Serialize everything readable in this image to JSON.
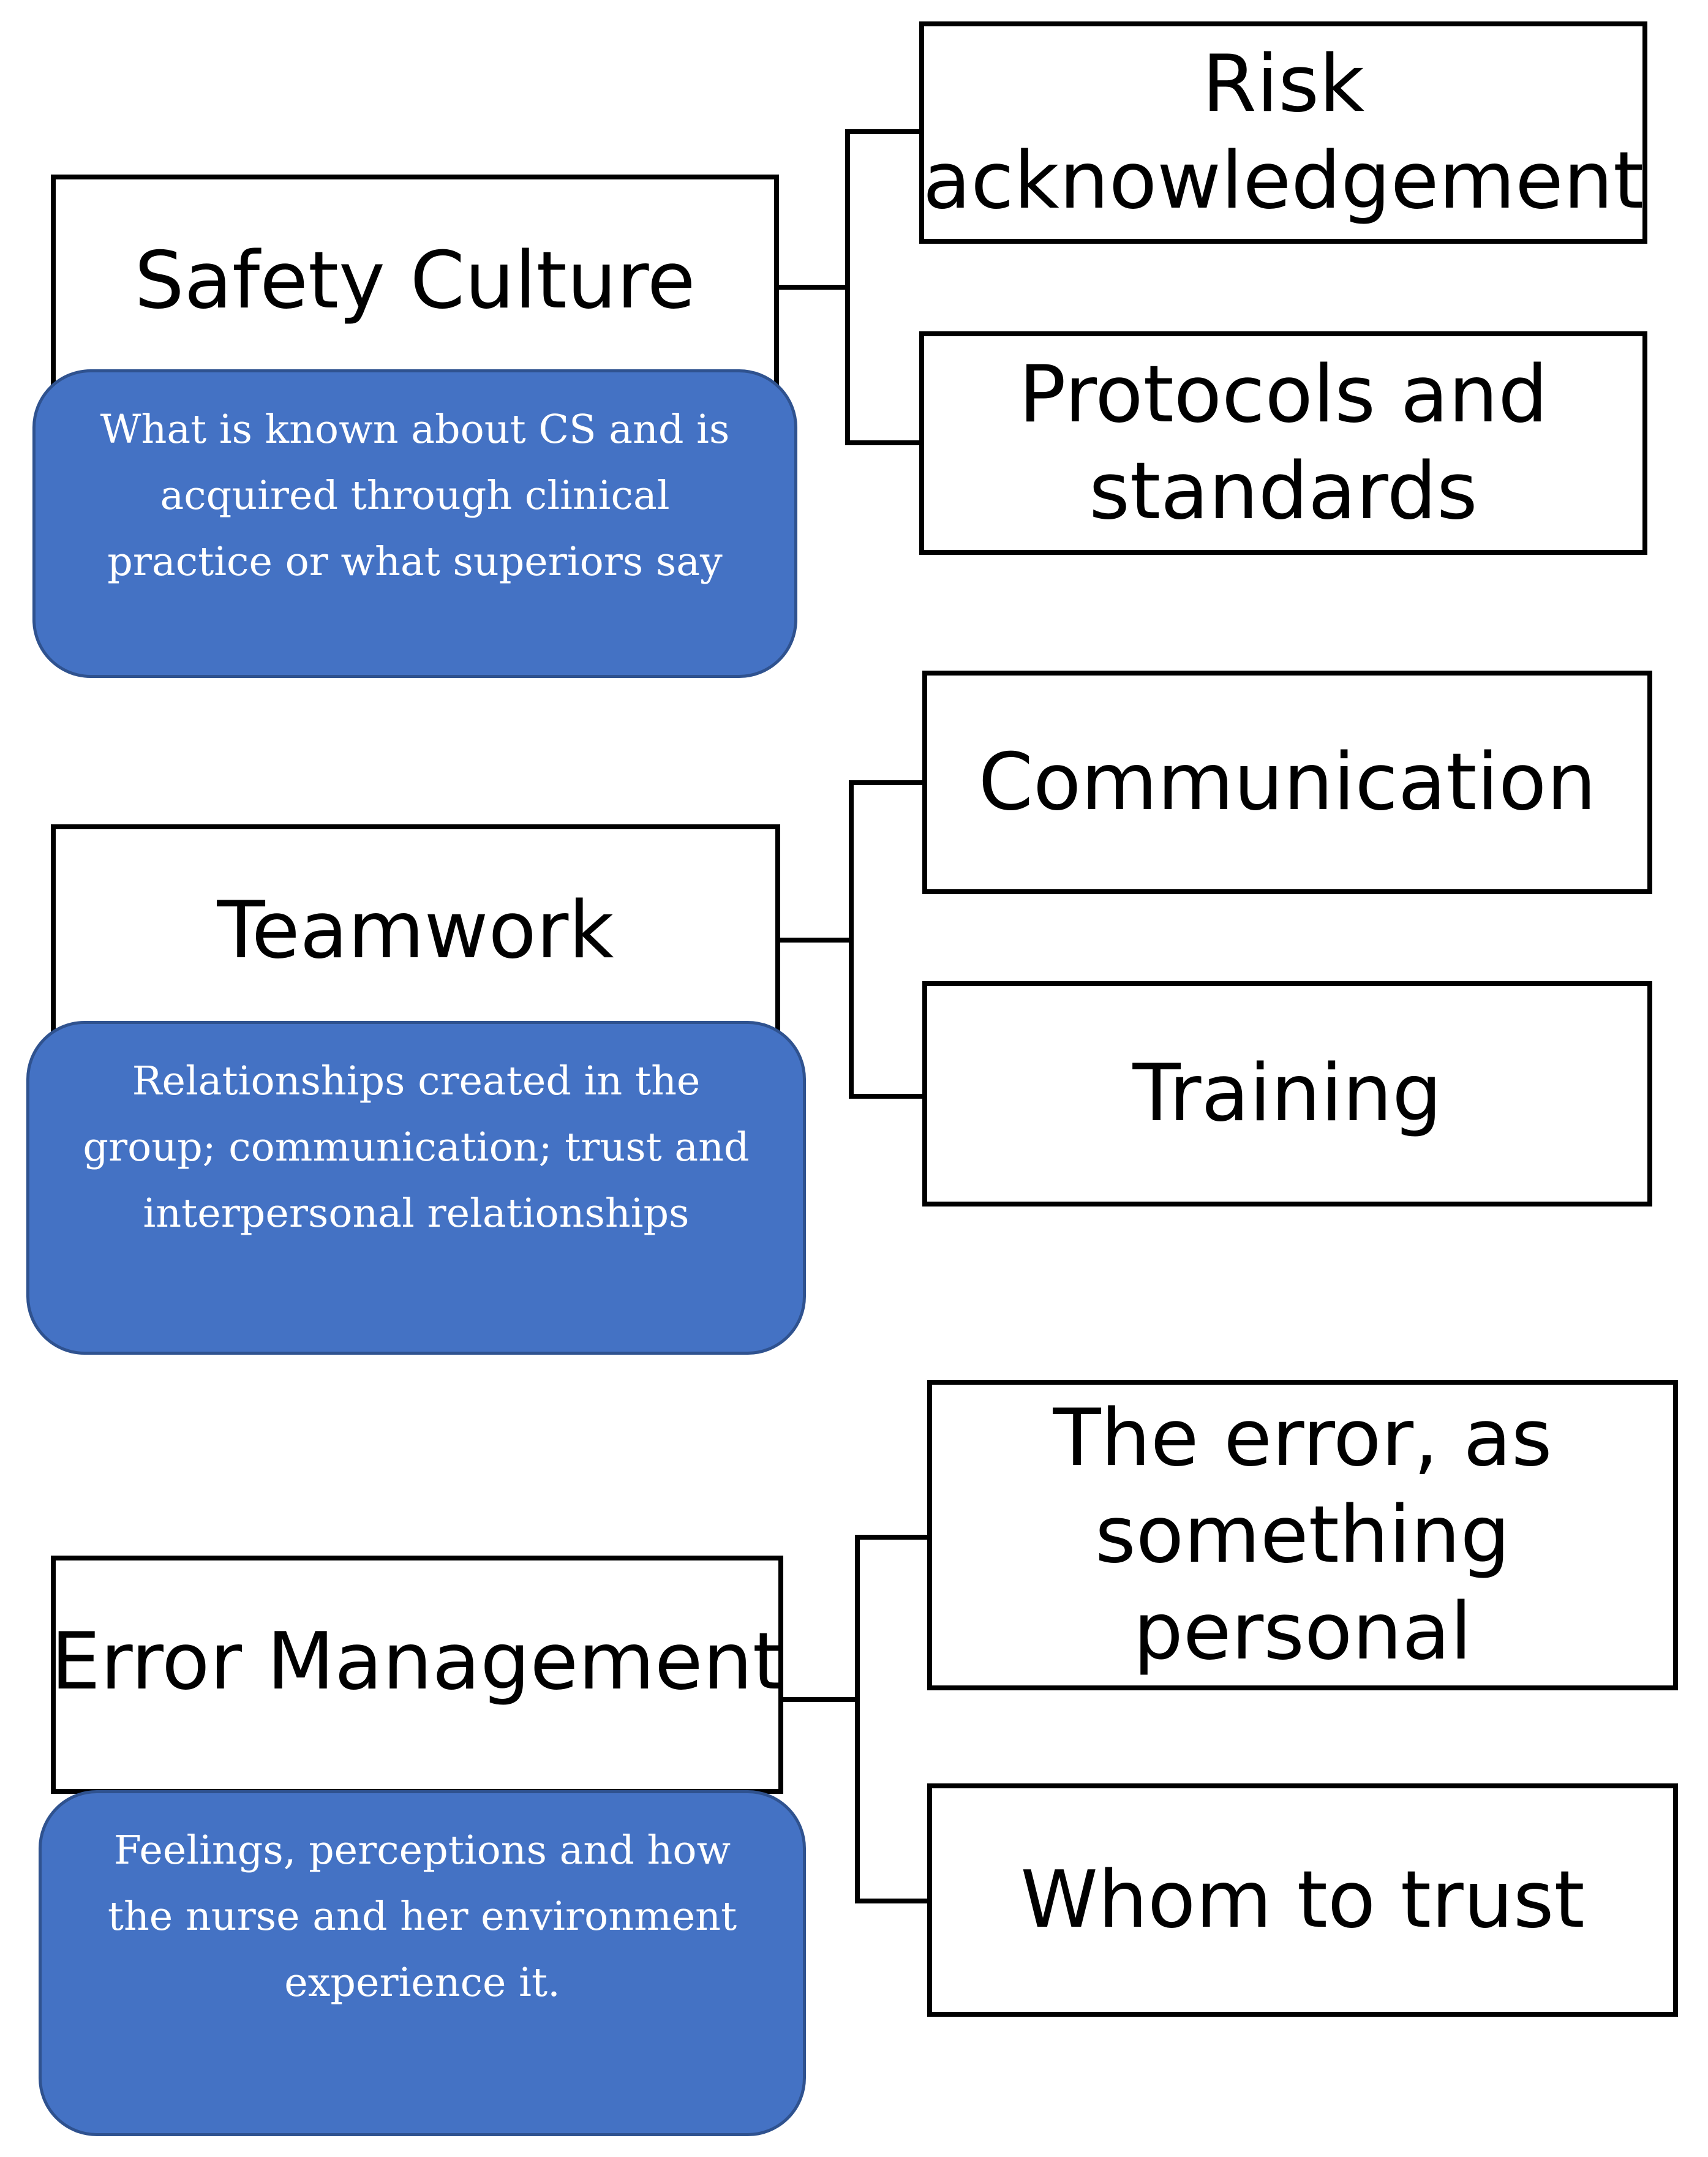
{
  "groups": [
    {
      "title": "Safety Culture",
      "description": "What is known about CS and is acquired through clinical practice or what superiors say",
      "subthemes": [
        "Risk acknowledgement",
        "Protocols and standards"
      ]
    },
    {
      "title": "Teamwork",
      "description": "Relationships created in the group; communication; trust and interpersonal relationships",
      "subthemes": [
        "Communication",
        "Training"
      ]
    },
    {
      "title": "Error Management",
      "description": "Feelings, perceptions and how the nurse and her environment experience it.",
      "subthemes": [
        "The error, as something personal",
        "Whom to trust"
      ]
    }
  ],
  "colors": {
    "note_fill": "#4472c4",
    "note_border": "#2f528f",
    "box_border": "#000000"
  }
}
